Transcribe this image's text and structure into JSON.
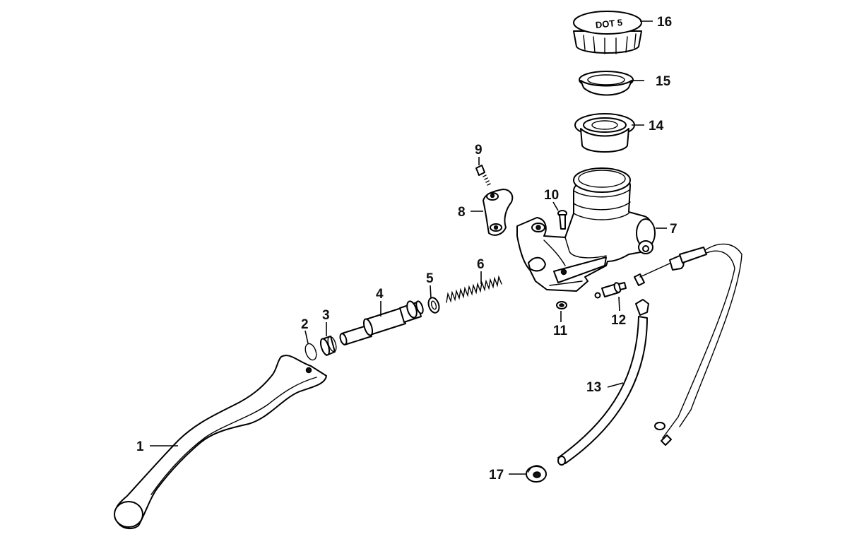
{
  "callouts": {
    "c1": "1",
    "c2": "2",
    "c3": "3",
    "c4": "4",
    "c5": "5",
    "c6": "6",
    "c7": "7",
    "c8": "8",
    "c9": "9",
    "c10": "10",
    "c11": "11",
    "c12": "12",
    "c13": "13",
    "c14": "14",
    "c15": "15",
    "c16": "16",
    "c17": "17"
  },
  "cap_marking": "DOT 5"
}
